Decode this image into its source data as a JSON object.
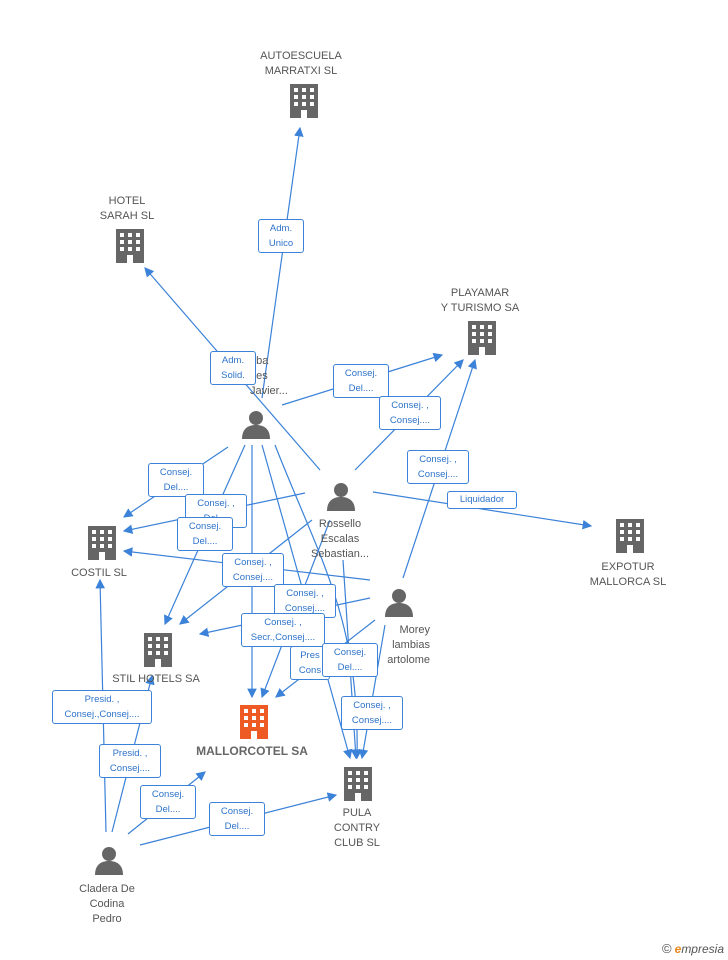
{
  "colors": {
    "edge": "#3b82d8",
    "company": "#666666",
    "main_company": "#ee5a24",
    "person": "#666666"
  },
  "nodes": {
    "autoescuela": "AUTOESCUELA\nMARRATXI SL",
    "hotel_sarah": "HOTEL\nSARAH  SL",
    "playamar": "PLAYAMAR\nY TURISMO SA",
    "expotur": "EXPOTUR\nMALLORCA SL",
    "costil": "COSTIL SL",
    "stil_hotels": "STIL HOTELS SA",
    "mallorcotel": "MALLORCOTEL SA",
    "pula": "PULA\nCONTRY\nCLUB SL",
    "person_top": "riba\nnes\nJavier...",
    "rossello": "Rossello\nEscalas\nSebastian...",
    "morey": "Morey\nlambias\nartolome",
    "cladera": "Cladera De\nCodina\nPedro"
  },
  "edge_labels": {
    "adm_unico": "Adm.\nUnico",
    "adm_solid": "Adm.\nSolid.",
    "consej_del_1": "Consej.\nDel....",
    "consej_consej_1": "Consej. ,\nConsej....",
    "consej_consej_2": "Consej. ,\nConsej....",
    "liquidador": "Liquidador",
    "consej_del_2": "Consej.\nDel....",
    "consej_del_3": "Consej. ,\nDel....",
    "consej_del_4": "Consej.\nDel....",
    "consej_consej_3": "Consej. ,\nConsej....",
    "consej_consej_4": "Consej. ,\nConsej....",
    "secr_consej": "Consej. ,\nSecr.,Consej....",
    "presid_consej_1": "Presid. ,\nConsej.,Consej....",
    "presid_consej_2": "Presid. ,\nConsej....",
    "consej_del_5": "Consej.\nDel....",
    "consej_del_6": "Consej.\nDel....",
    "consej_consej_5": "Consej. ,\nConsej....",
    "consej_del_7": "Consej.\nDel....",
    "pres_cons": "Pres\nCons"
  },
  "brand": {
    "copyright": "©",
    "name_initial": "e",
    "name_rest": "mpresia"
  }
}
